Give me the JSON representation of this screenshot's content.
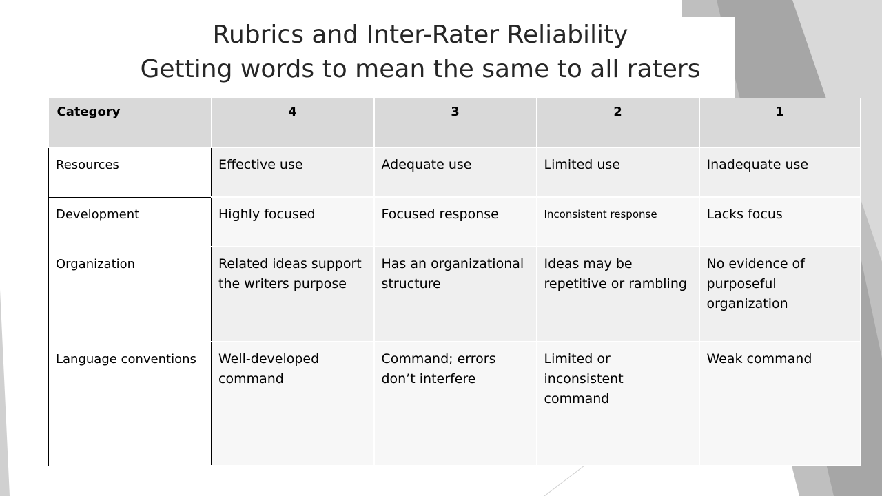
{
  "slide": {
    "title_line1": "Rubrics and Inter-Rater Reliability",
    "title_line2": "Getting words to mean the same to all raters"
  },
  "table": {
    "headers": [
      "Category",
      "4",
      "3",
      "2",
      "1"
    ],
    "rows": [
      {
        "category": "Resources",
        "cells": [
          "Effective use",
          "Adequate use",
          "Limited use",
          "Inadequate use"
        ]
      },
      {
        "category": "Development",
        "cells": [
          "Highly focused",
          "Focused response",
          "Inconsistent response",
          "Lacks focus"
        ]
      },
      {
        "category": "Organization",
        "cells": [
          "Related ideas support the writers purpose",
          "Has an organizational structure",
          "Ideas may be repetitive or rambling",
          "No evidence of purposeful organization"
        ]
      },
      {
        "category": "Language conventions",
        "cells": [
          "Well-developed command",
          "Command; errors don’t interfere",
          "Limited or inconsistent command",
          "Weak command"
        ]
      }
    ]
  },
  "colors": {
    "header_bg": "#d9d9d9",
    "row_odd_bg": "#efefef",
    "row_even_bg": "#f7f7f7",
    "decor_gray": "#a6a6a6"
  }
}
